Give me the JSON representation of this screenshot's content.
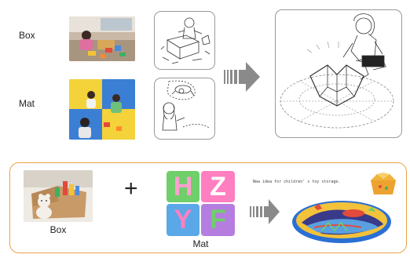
{
  "top": {
    "rows": [
      {
        "label": "Box"
      },
      {
        "label": "Mat"
      }
    ]
  },
  "bottom": {
    "box_caption": "Box",
    "mat_caption": "Mat",
    "plus_symbol": "+",
    "mat_letters": [
      "H",
      "Z",
      "Y",
      "F"
    ],
    "tagline": "New idea for children' s toy storage."
  }
}
